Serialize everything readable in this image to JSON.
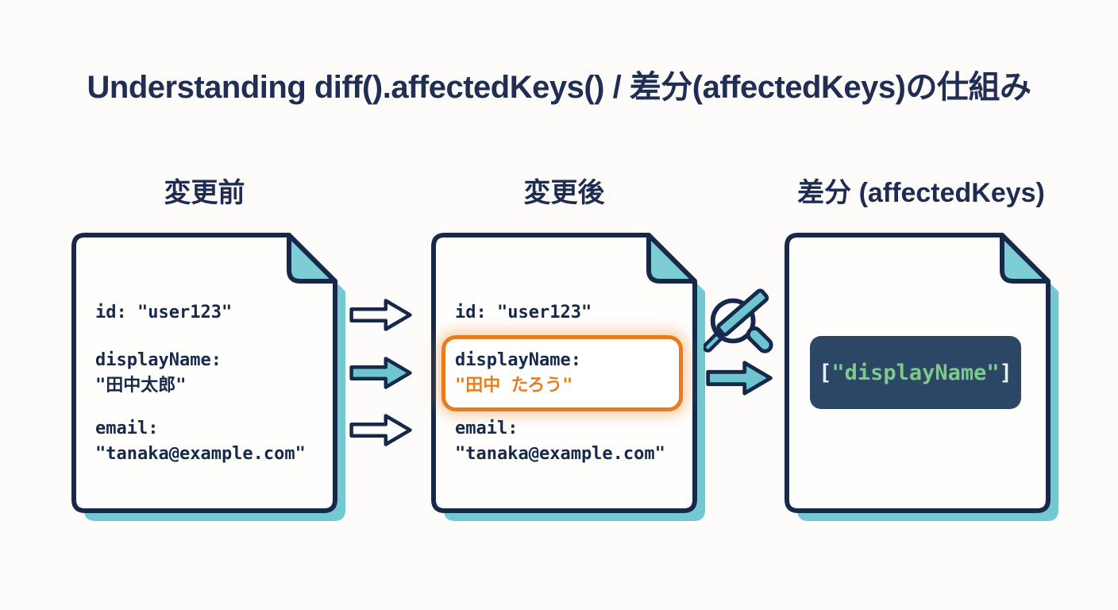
{
  "title": "Understanding diff().affectedKeys() / 差分(affectedKeys)の仕組み",
  "panels": {
    "before": {
      "label": "変更前",
      "fields": {
        "id": "id: \"user123\"",
        "displayName_key": "displayName:",
        "displayName_value": "\"田中太郎\"",
        "email_key": "email:",
        "email_value": "\"tanaka@example.com\""
      }
    },
    "after": {
      "label": "変更後",
      "fields": {
        "id": "id: \"user123\"",
        "displayName_key": "displayName:",
        "displayName_value": "\"田中 たろう\"",
        "email_key": "email:",
        "email_value": "\"tanaka@example.com\""
      }
    },
    "diff": {
      "label": "差分 (affectedKeys)",
      "result": {
        "open": "[",
        "key": "\"displayName\"",
        "close": "]"
      }
    }
  },
  "icons": {
    "unchanged_arrow": "arrow-right-outline",
    "changed_arrow": "arrow-right-filled",
    "diff_inspect": "magnifier-diff-icon",
    "document": "document-page-icon"
  },
  "colors": {
    "navy": "#16294a",
    "teal": "#73c8d1",
    "teal_fold": "#7dcdd5",
    "orange": "#e87d20",
    "green": "#7cc98a",
    "code_bg": "#2c4766",
    "background": "#fdfcfa"
  }
}
